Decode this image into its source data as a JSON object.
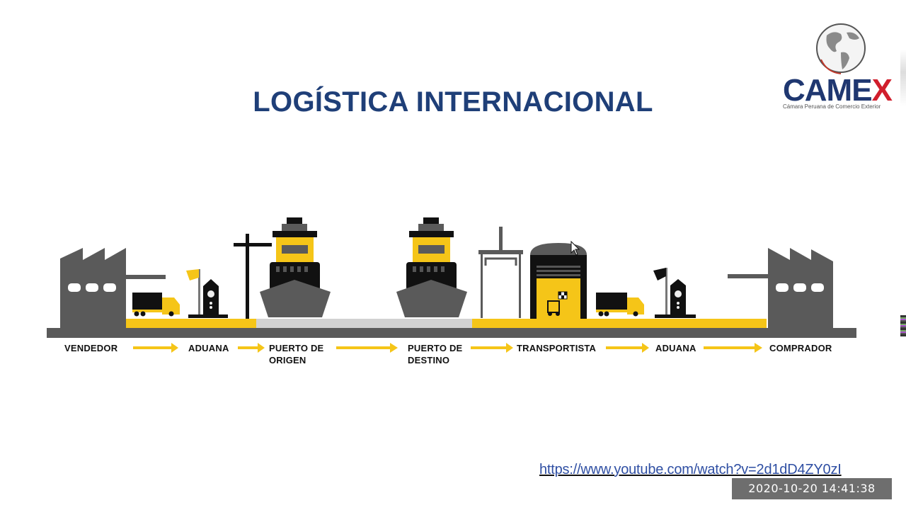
{
  "slide": {
    "title": "LOGÍSTICA INTERNACIONAL",
    "logo": {
      "name_main": "CAMEX",
      "subtitle": "Cámara Peruana de Comercio Exterior",
      "icon": "globe-icon"
    },
    "diagram": {
      "type": "process-flow",
      "colors": {
        "yellow": "#f5c518",
        "dark_gray": "#5a5a5a",
        "light_gray": "#d2d2d2",
        "black": "#111111"
      },
      "steps": [
        {
          "label": "VENDEDOR",
          "icon": "factory-icon"
        },
        {
          "label": "ADUANA",
          "icon": "customs-booth-icon"
        },
        {
          "label_line1": "PUERTO DE",
          "label_line2": "ORIGEN",
          "icon": "ship-icon"
        },
        {
          "label_line1": "PUERTO DE",
          "label_line2": "DESTINO",
          "icon": "ship-icon"
        },
        {
          "label": "TRANSPORTISTA",
          "icon": "warehouse-icon"
        },
        {
          "label": "ADUANA",
          "icon": "customs-booth-icon"
        },
        {
          "label": "COMPRADOR",
          "icon": "factory-icon"
        }
      ]
    },
    "link": "https://www.youtube.com/watch?v=2d1dD4ZY0zI"
  },
  "overlay": {
    "timestamp": "2020-10-20 14:41:38"
  }
}
